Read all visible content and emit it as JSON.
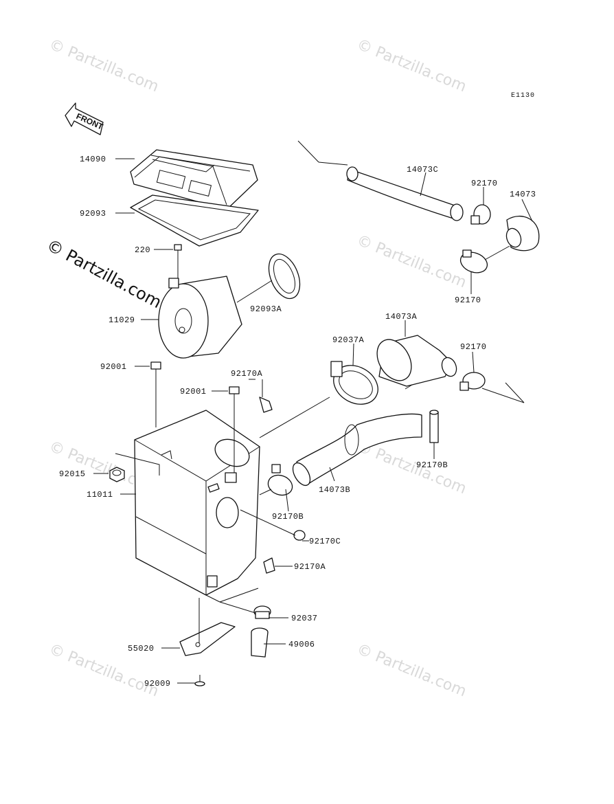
{
  "diagram": {
    "code": "E1130",
    "front_label": "FRONT",
    "watermark_text": "© Partzilla.com",
    "parts": [
      {
        "id": "14090",
        "label": "14090"
      },
      {
        "id": "92093",
        "label": "92093"
      },
      {
        "id": "220",
        "label": "220"
      },
      {
        "id": "11029",
        "label": "11029"
      },
      {
        "id": "92093A",
        "label": "92093A"
      },
      {
        "id": "92001-a",
        "label": "92001"
      },
      {
        "id": "92001-b",
        "label": "92001"
      },
      {
        "id": "92170A-top",
        "label": "92170A"
      },
      {
        "id": "92015",
        "label": "92015"
      },
      {
        "id": "11011",
        "label": "11011"
      },
      {
        "id": "92170B-lower",
        "label": "92170B"
      },
      {
        "id": "92170C",
        "label": "92170C"
      },
      {
        "id": "92170A-lower",
        "label": "92170A"
      },
      {
        "id": "92037",
        "label": "92037"
      },
      {
        "id": "49006",
        "label": "49006"
      },
      {
        "id": "55020",
        "label": "55020"
      },
      {
        "id": "92009",
        "label": "92009"
      },
      {
        "id": "14073C",
        "label": "14073C"
      },
      {
        "id": "92170-top",
        "label": "92170"
      },
      {
        "id": "14073",
        "label": "14073"
      },
      {
        "id": "92170-mid",
        "label": "92170"
      },
      {
        "id": "14073A",
        "label": "14073A"
      },
      {
        "id": "92037A",
        "label": "92037A"
      },
      {
        "id": "92170-right",
        "label": "92170"
      },
      {
        "id": "14073B",
        "label": "14073B"
      },
      {
        "id": "92170B-right",
        "label": "92170B"
      }
    ]
  }
}
